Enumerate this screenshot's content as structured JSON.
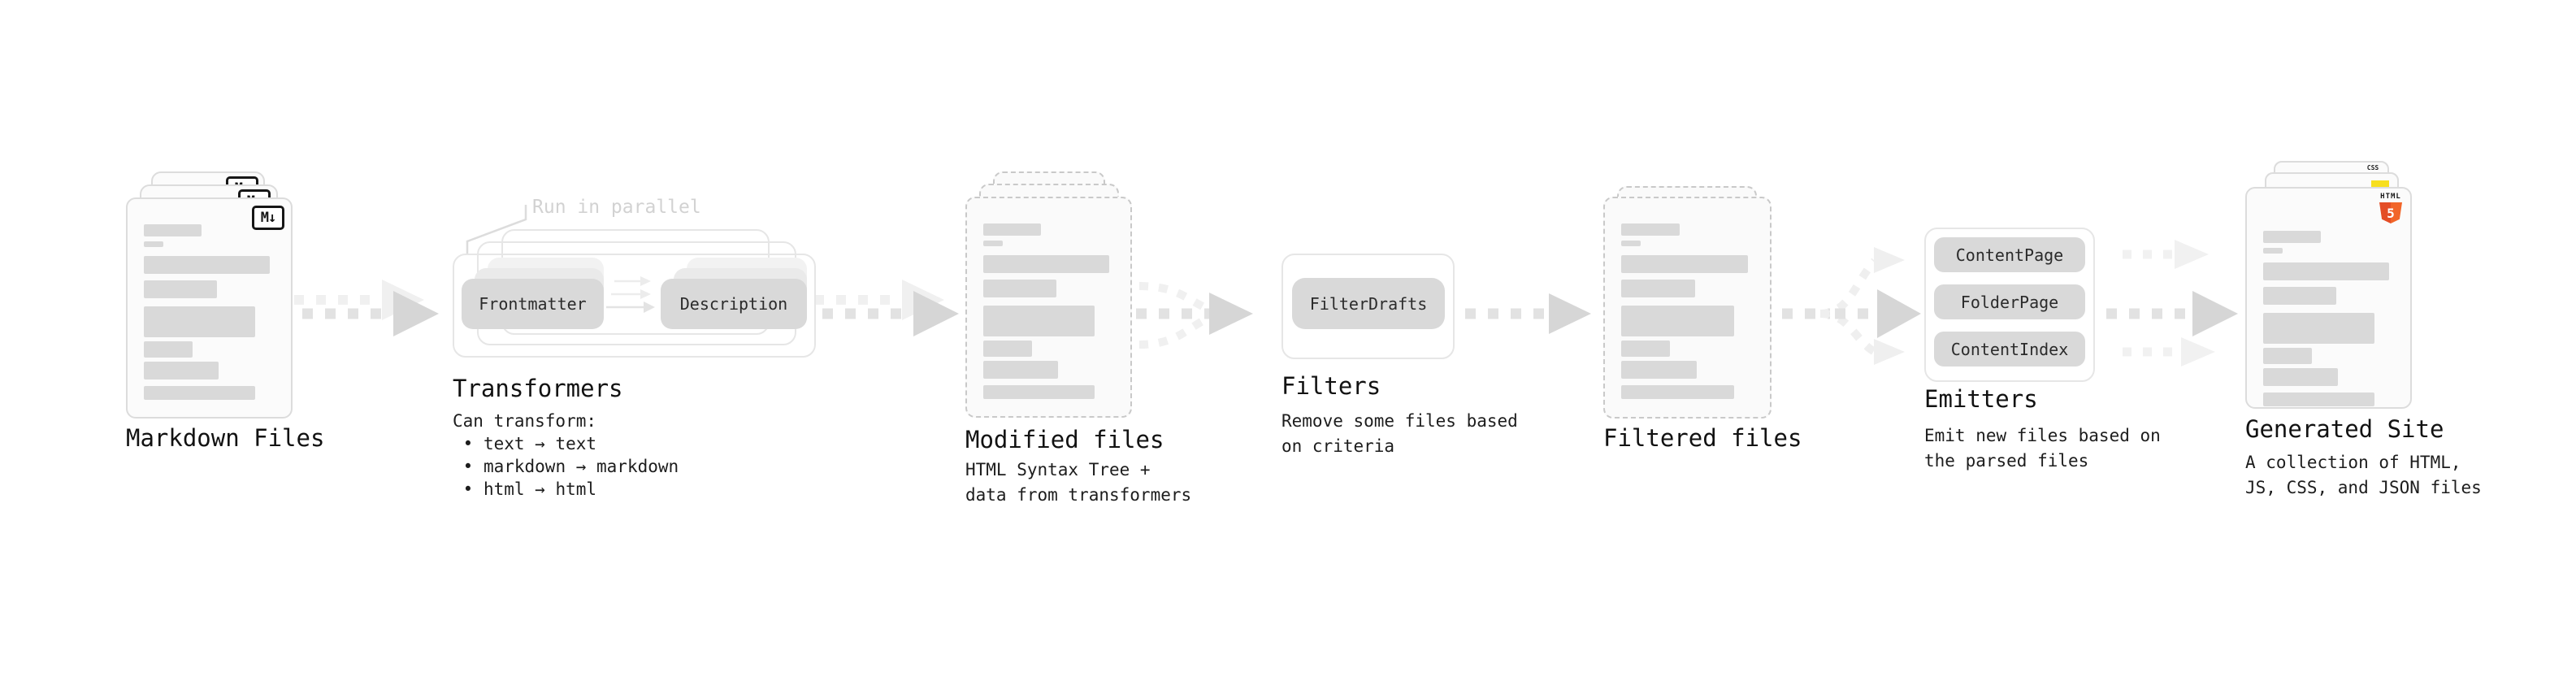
{
  "stages": {
    "markdown_files": {
      "label": "Markdown Files",
      "badge": "M↓"
    },
    "transformers": {
      "label": "Transformers",
      "annotation": "Run in parallel",
      "pills": [
        "Frontmatter",
        "Description"
      ],
      "caption": "Can transform:\n • text → text\n • markdown → markdown\n • html → html"
    },
    "modified_files": {
      "label": "Modified files",
      "caption": "HTML Syntax Tree +\ndata from transformers"
    },
    "filters": {
      "label": "Filters",
      "pills": [
        "FilterDrafts"
      ],
      "caption": "Remove some files based\non criteria"
    },
    "filtered_files": {
      "label": "Filtered files"
    },
    "emitters": {
      "label": "Emitters",
      "pills": [
        "ContentPage",
        "FolderPage",
        "ContentIndex"
      ],
      "caption": "Emit new files based on\nthe parsed files"
    },
    "generated_site": {
      "label": "Generated Site",
      "caption": "A collection of HTML,\nJS, CSS, and JSON files",
      "badges": {
        "css": "CSS",
        "html": "HTML",
        "html_number": "5"
      }
    }
  },
  "colors": {
    "background": "#ffffff",
    "card_bg": "#fbfbfb",
    "card_border": "#dcdcdc",
    "dashed_border": "#c9c9c9",
    "bar": "#d9d9d9",
    "pill_bg": "#d9d9d9",
    "pill_text": "#2b2b2b",
    "box_border": "#e6e6e6",
    "arrow_dash": "#e2e2e2",
    "arrow_head": "#d6d6d6",
    "arrow_light": "#f0f0f0",
    "annotation_text": "#d2d2d2",
    "heading_text": "#121212",
    "caption_text": "#1d1d1d",
    "markdown_badge_border": "#161616",
    "html5_orange": "#e44d26",
    "js_yellow": "#f7df1e",
    "css_blue": "#2965f1"
  }
}
